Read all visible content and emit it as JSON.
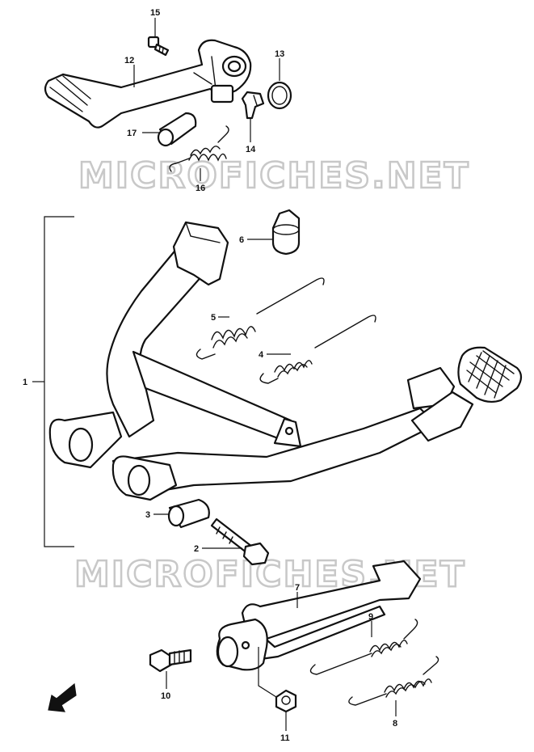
{
  "watermark": "MICROFICHES.NET",
  "callouts": {
    "p1": "1",
    "p2": "2",
    "p3": "3",
    "p4": "4",
    "p5": "5",
    "p6": "6",
    "p7": "7",
    "p8": "8",
    "p9": "9",
    "p10": "10",
    "p11": "11",
    "p12": "12",
    "p13": "13",
    "p14": "14",
    "p15": "15",
    "p16": "16",
    "p17": "17"
  },
  "colors": {
    "line": "#111111",
    "watermark": "#c8c8c8",
    "background": "#ffffff"
  },
  "icons": {
    "direction": "front-arrow-icon"
  }
}
